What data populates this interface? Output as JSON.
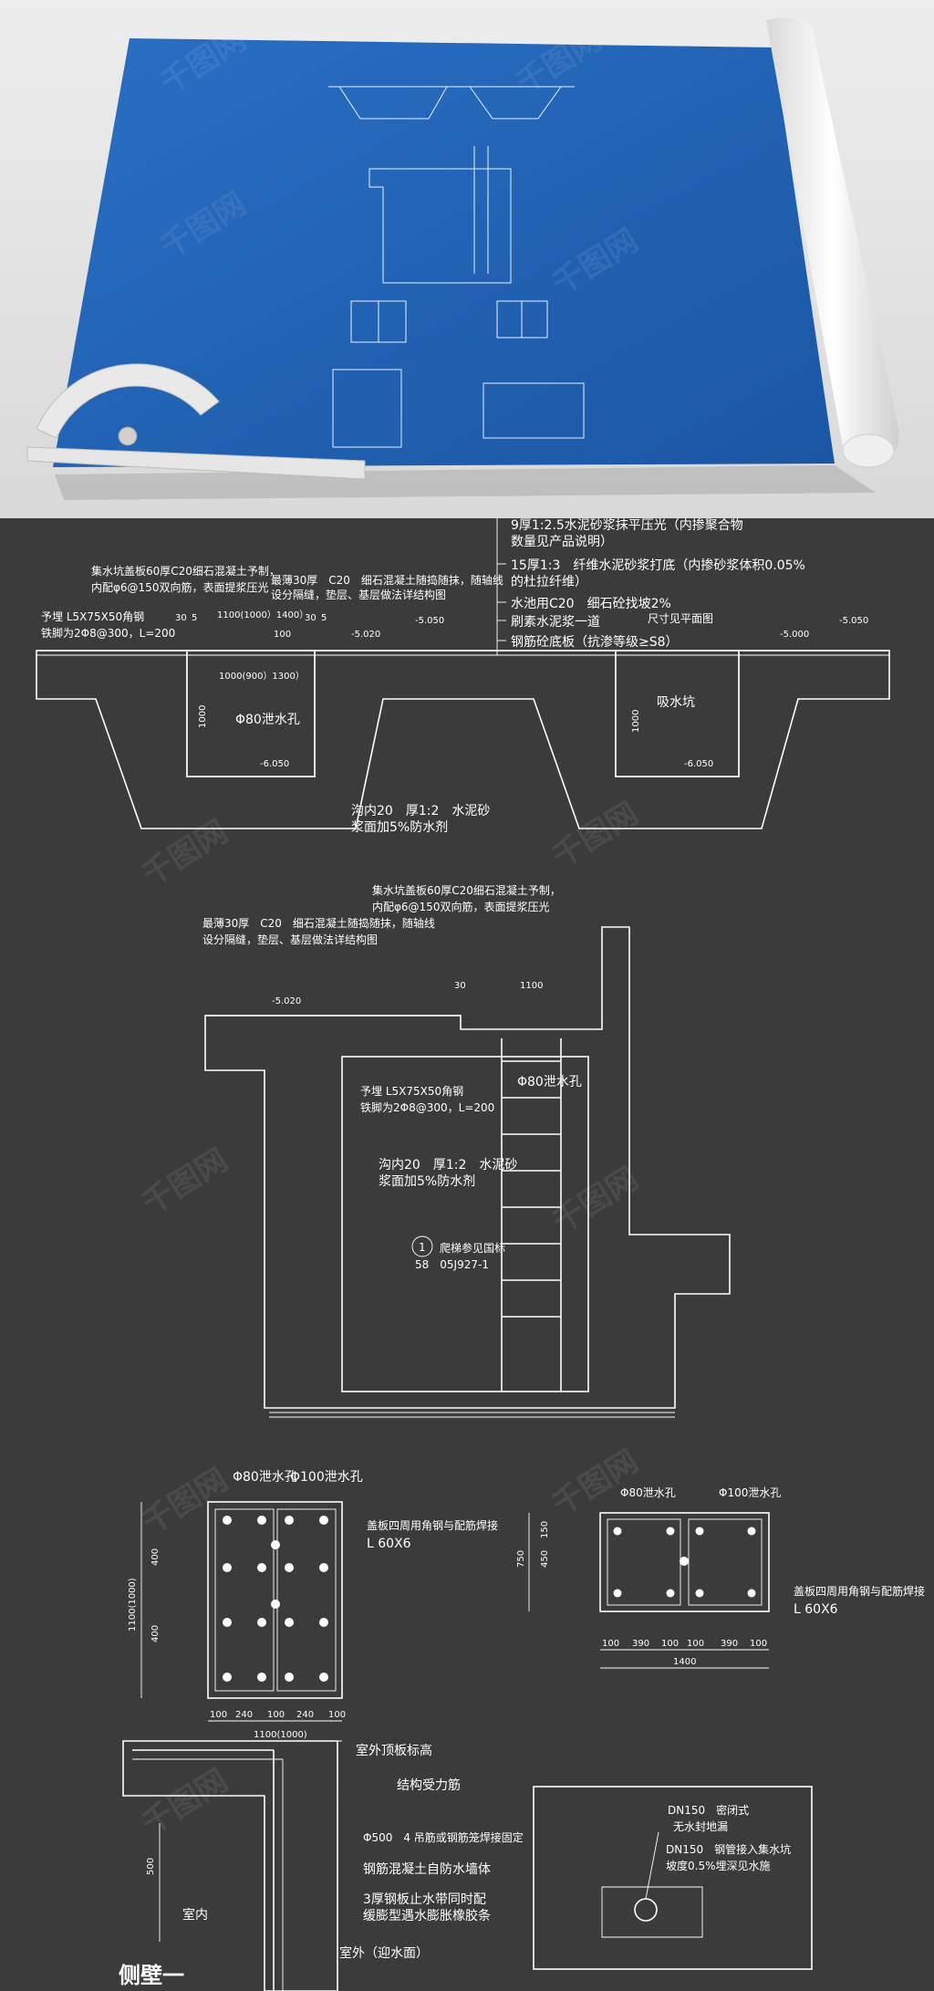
{
  "watermark": "千图网",
  "colors": {
    "blueprint": "#1f5fb0",
    "background": "#3b3b3b",
    "line": "#ffffff"
  },
  "section1": {
    "top_notes": [
      "9厚1:2.5水泥砂浆抹平压光（内掺聚合物",
      "数量见产品说明）",
      "15厚1:3　纤维水泥砂浆打底（内掺砂浆体积0.05%",
      "的杜拉纤维）",
      "水池用C20　细石砼找坡2%",
      "刷素水泥浆一道",
      "钢筋砼底板（抗渗等级≥S8）"
    ],
    "note_cover": "集水坑盖板60厚C20细石混凝土予制，",
    "note_cover2": "内配φ6@150双向筋，表面提浆压光",
    "note_angle": "予埋 L5X75X50角钢",
    "note_angle2": "铁脚为2Φ8@300，L=200",
    "note_thin": "最薄30厚　C20　细石混凝土随捣随抹，随轴线",
    "note_thin2": "设分隔缝，垫层、基层做法详结构图",
    "size_note": "尺寸见平面图",
    "pit_label": "吸水坑",
    "drain_label": "Φ80泄水孔",
    "mortar_label": "沟内20　厚1:2　水泥砂",
    "mortar_label2": "浆面加5%防水剂",
    "elev_a": "-5.020",
    "elev_b": "-5.050",
    "elev_c": "-6.050",
    "elev_d": "-5.000",
    "elev_e": "-5.050",
    "elev_f": "-6.050",
    "dim_a": "1100(1000）1400）",
    "dim_b": "1000(900）1300）",
    "dim_c": "1000",
    "dim_d": "1000",
    "dim_e": "30",
    "dim_f": "5",
    "dim_g": "30",
    "dim_h": "5",
    "dim_i": "100"
  },
  "section2": {
    "note_cover": "集水坑盖板60厚C20细石混凝土予制，",
    "note_cover2": "内配φ6@150双向筋，表面提浆压光",
    "note_thin": "最薄30厚　C20　细石混凝土随捣随抹，随轴线",
    "note_thin2": "设分隔缝，垫层、基层做法详结构图",
    "elev": "-5.020",
    "dim_top": "1100",
    "dim_30": "30",
    "drain_label": "Φ80泄水孔",
    "angle_note": "予埋 L5X75X50角钢",
    "angle_note2": "铁脚为2Φ8@300，L=200",
    "mortar": "沟内20　厚1:2　水泥砂",
    "mortar2": "浆面加5%防水剂",
    "ladder_num": "1",
    "ladder_ref": "爬梯参见国标",
    "ladder_code": "58　05J927-1"
  },
  "section3": {
    "drain80": "Φ80泄水孔",
    "drain100": "Φ100泄水孔",
    "note_a": "盖板四周用角钢与配筋焊接",
    "note_b": "L 60X6",
    "dims_left": [
      "100",
      "240",
      "100",
      "240",
      "100"
    ],
    "dim_total_left": "1100(1000)",
    "dims_left_v": [
      "1100(1000)",
      "400",
      "400"
    ],
    "drain80_b": "Φ80泄水孔",
    "drain100_b": "Φ100泄水孔",
    "note_c": "盖板四周用角钢与配筋焊接",
    "note_d": "L 60X6",
    "dims_right": [
      "100",
      "390",
      "100",
      "100",
      "390",
      "100"
    ],
    "dim_total_right": "1400",
    "dims_right_v": [
      "750",
      "450",
      "150"
    ]
  },
  "section4": {
    "label_top": "室外顶板标高",
    "label_rebar": "结构受力筋",
    "label_hang": "Φ500　4 吊筋或钢筋笼焊接固定",
    "label_wall": "钢筋混凝土自防水墙体",
    "label_steel": "3厚钢板止水带同时配",
    "label_steel2": "缓膨型遇水膨胀橡胶条",
    "label_in": "室内",
    "label_out": "室外（迎水面）",
    "dim_500": "500",
    "title": "侧壁一",
    "pipe_a": "DN150　密闭式",
    "pipe_b": "无水封地漏",
    "pipe_c": "DN150　钢管接入集水坑",
    "pipe_d": "坡度0.5%埋深见水施"
  }
}
